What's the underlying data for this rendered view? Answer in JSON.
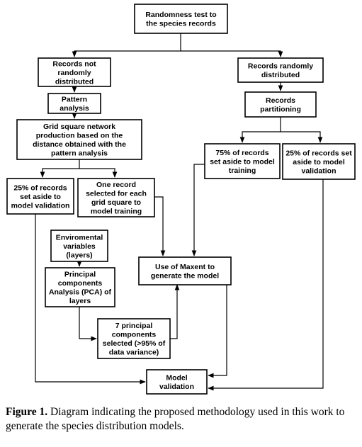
{
  "nodes": {
    "randomness": [
      "Randomness test to",
      "the species records"
    ],
    "not_random": [
      "Records not",
      "randomly",
      "distributed"
    ],
    "random": [
      "Records randomly",
      "distributed"
    ],
    "pattern": [
      "Pattern",
      "analysis"
    ],
    "partitioning": [
      "Records",
      "partitioning"
    ],
    "grid": [
      "Grid square network",
      "production based on the",
      "distance obtained with the",
      "pattern analysis"
    ],
    "train75": [
      "75% of records",
      "set aside to model",
      "training"
    ],
    "valid25_right": [
      "25% of records set",
      "aside to model",
      "validation"
    ],
    "valid25_left": [
      "25% of records",
      "set aside to",
      "model validation"
    ],
    "one_record": [
      "One record",
      "selected for each",
      "grid square to",
      "model training"
    ],
    "env": [
      "Enviromental",
      "variables",
      "(layers)"
    ],
    "maxent": [
      "Use of Maxent to",
      "generate the model"
    ],
    "pca": [
      "Principal",
      "components",
      "Analysis (PCA) of",
      "layers"
    ],
    "seven": [
      "7 principal",
      "components",
      "selected (>95% of",
      "data variance)"
    ],
    "validation": [
      "Model",
      "validation"
    ]
  },
  "caption": {
    "label": "Figure 1.",
    "text": " Diagram indicating the proposed methodology used in this work to generate the species distribution models."
  }
}
